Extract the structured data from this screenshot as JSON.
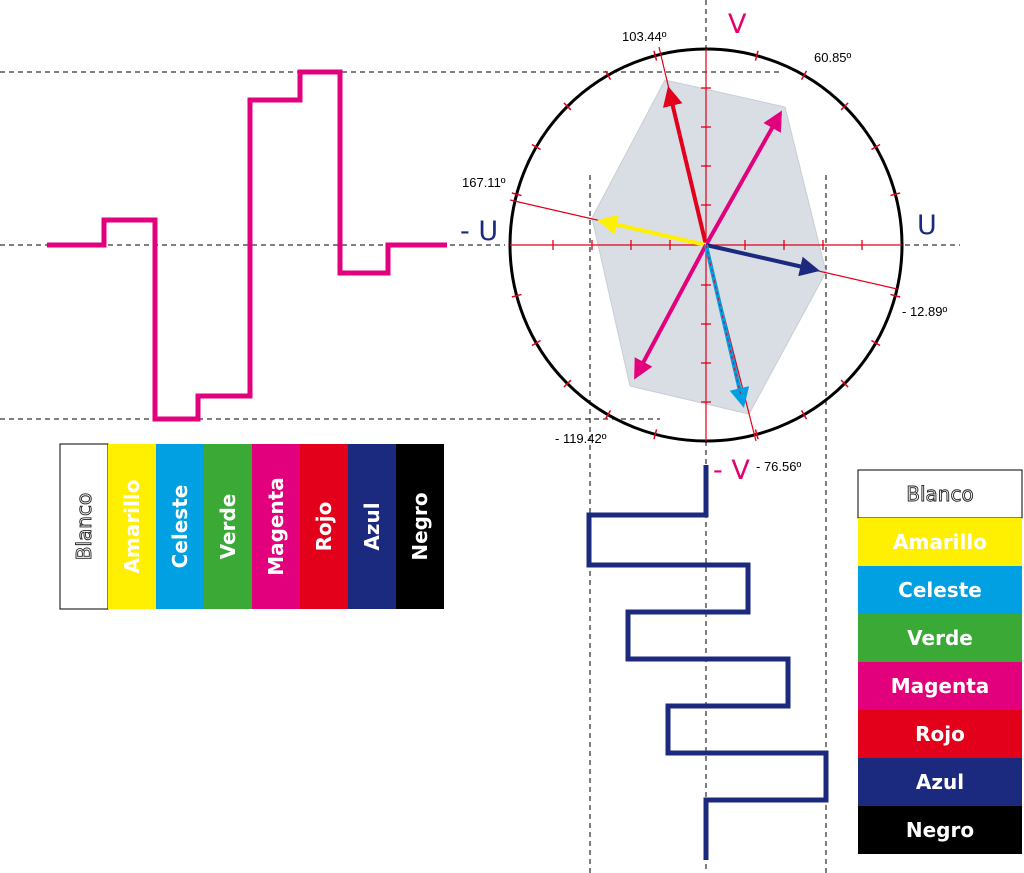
{
  "axis_labels": {
    "u": "U",
    "neg_u": "- U",
    "v": "V",
    "neg_v": "- V"
  },
  "angles": [
    {
      "name": "rojo",
      "label": "103.44º"
    },
    {
      "name": "magenta",
      "label": "60.85º"
    },
    {
      "name": "amarillo",
      "label": "167.11º"
    },
    {
      "name": "azul",
      "label": "- 12.89º"
    },
    {
      "name": "verde",
      "label": "- 119.42º"
    },
    {
      "name": "celeste",
      "label": "- 76.56º"
    }
  ],
  "color_bars": [
    {
      "name": "blanco",
      "label": "Blanco",
      "color": "#ffffff",
      "outlined": true
    },
    {
      "name": "amarillo",
      "label": "Amarillo",
      "color": "#ffef00"
    },
    {
      "name": "celeste",
      "label": "Celeste",
      "color": "#00a0e3"
    },
    {
      "name": "verde",
      "label": "Verde",
      "color": "#3aa935"
    },
    {
      "name": "magenta",
      "label": "Magenta",
      "color": "#e3007c"
    },
    {
      "name": "rojo",
      "label": "Rojo",
      "color": "#e2001a"
    },
    {
      "name": "azul",
      "label": "Azul",
      "color": "#1b2a7e"
    },
    {
      "name": "negro",
      "label": "Negro",
      "color": "#000000"
    }
  ],
  "colors": {
    "u_waveform": "#e3007c",
    "v_waveform": "#1b2a7e",
    "vector_rojo": "#e2001a",
    "vector_magenta": "#e3007c",
    "vector_amarillo": "#ffef00",
    "vector_azul": "#1b2a7e",
    "vector_verde": "#e3007c",
    "vector_celeste": "#00a0e3",
    "hexagon_fill": "#d9dde4",
    "angle_line": "#e2001a",
    "tick": "#e2001a"
  }
}
